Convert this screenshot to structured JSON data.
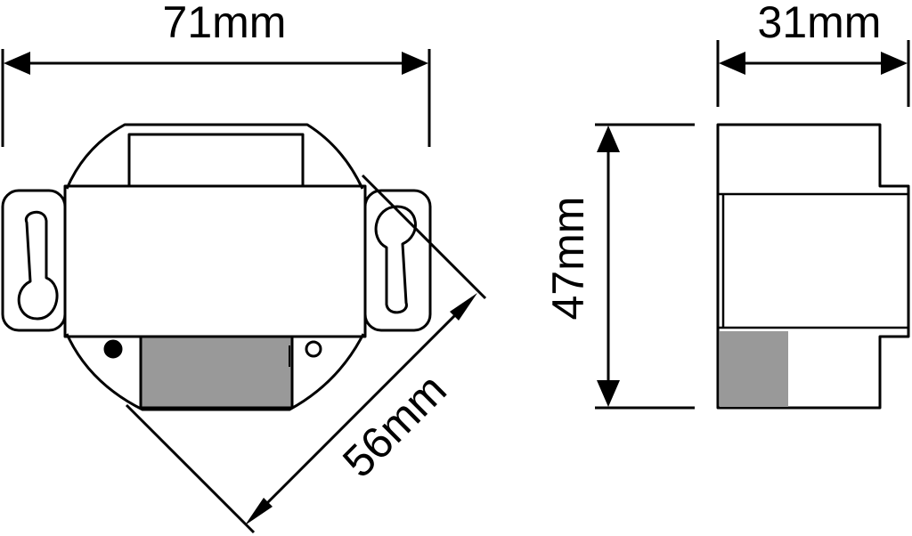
{
  "dimensions": {
    "width_label": "71mm",
    "depth_label": "31mm",
    "height_label": "47mm",
    "diagonal_label": "56mm"
  },
  "colors": {
    "line": "#000000",
    "background": "#ffffff",
    "terminal_fill": "#999999"
  }
}
